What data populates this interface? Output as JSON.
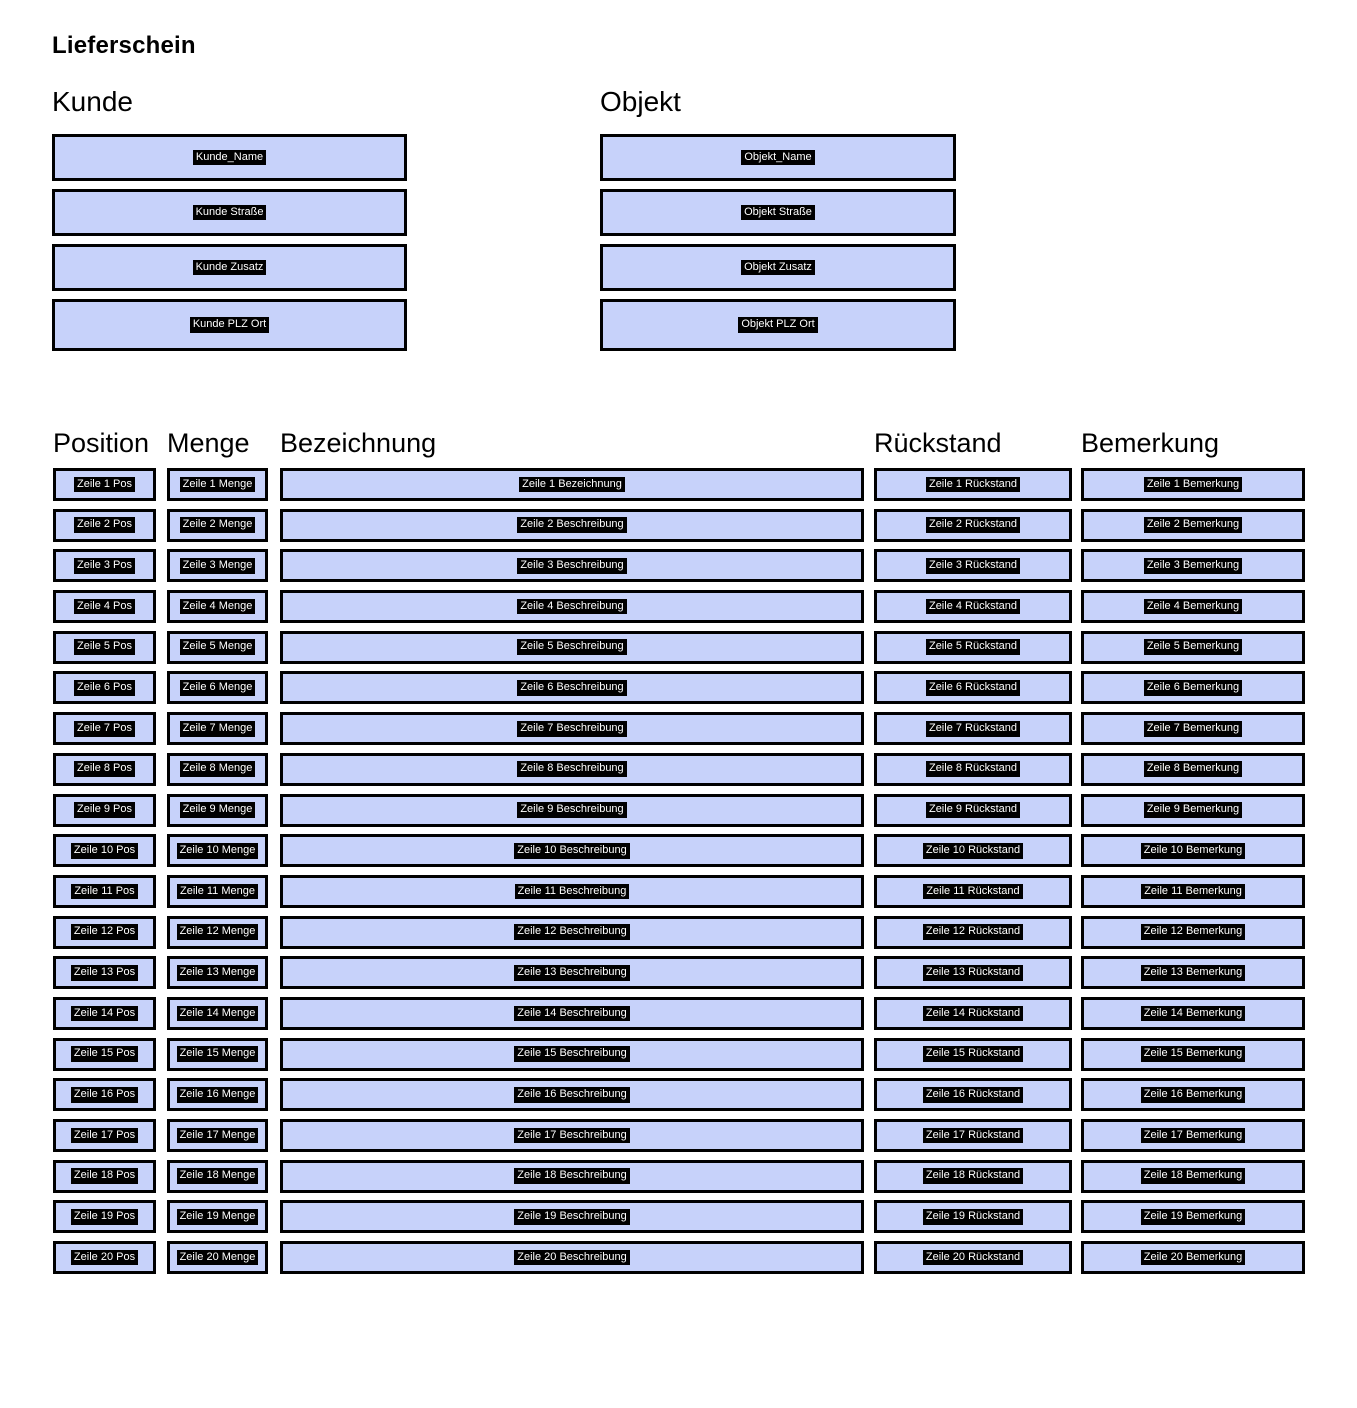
{
  "document": {
    "title": "Lieferschein"
  },
  "kunde": {
    "heading": "Kunde",
    "fields": [
      {
        "label": "Kunde_Name"
      },
      {
        "label": "Kunde Straße"
      },
      {
        "label": "Kunde Zusatz"
      },
      {
        "label": "Kunde PLZ Ort"
      }
    ]
  },
  "objekt": {
    "heading": "Objekt",
    "fields": [
      {
        "label": "Objekt_Name"
      },
      {
        "label": "Objekt Straße"
      },
      {
        "label": "Objekt Zusatz"
      },
      {
        "label": "Objekt PLZ Ort"
      }
    ]
  },
  "positions": {
    "columns": [
      {
        "key": "position",
        "header": "Position"
      },
      {
        "key": "menge",
        "header": "Menge"
      },
      {
        "key": "bezeichnung",
        "header": "Bezeichnung"
      },
      {
        "key": "rueckstand",
        "header": "Rückstand"
      },
      {
        "key": "bemerkung",
        "header": "Bemerkung"
      }
    ],
    "rows": [
      {
        "position": "Zeile 1 Pos",
        "menge": "Zeile 1 Menge",
        "bezeichnung": "Zeile 1 Bezeichnung",
        "rueckstand": "Zeile 1 Rückstand",
        "bemerkung": "Zeile 1 Bemerkung"
      },
      {
        "position": "Zeile 2 Pos",
        "menge": "Zeile 2 Menge",
        "bezeichnung": "Zeile 2 Beschreibung",
        "rueckstand": "Zeile 2 Rückstand",
        "bemerkung": "Zeile 2 Bemerkung"
      },
      {
        "position": "Zeile 3 Pos",
        "menge": "Zeile 3 Menge",
        "bezeichnung": "Zeile 3 Beschreibung",
        "rueckstand": "Zeile 3 Rückstand",
        "bemerkung": "Zeile 3 Bemerkung"
      },
      {
        "position": "Zeile 4 Pos",
        "menge": "Zeile 4 Menge",
        "bezeichnung": "Zeile 4 Beschreibung",
        "rueckstand": "Zeile 4 Rückstand",
        "bemerkung": "Zeile 4 Bemerkung"
      },
      {
        "position": "Zeile 5 Pos",
        "menge": "Zeile 5 Menge",
        "bezeichnung": "Zeile 5 Beschreibung",
        "rueckstand": "Zeile 5 Rückstand",
        "bemerkung": "Zeile 5 Bemerkung"
      },
      {
        "position": "Zeile 6 Pos",
        "menge": "Zeile 6 Menge",
        "bezeichnung": "Zeile 6 Beschreibung",
        "rueckstand": "Zeile 6 Rückstand",
        "bemerkung": "Zeile 6 Bemerkung"
      },
      {
        "position": "Zeile 7 Pos",
        "menge": "Zeile 7 Menge",
        "bezeichnung": "Zeile 7 Beschreibung",
        "rueckstand": "Zeile 7 Rückstand",
        "bemerkung": "Zeile 7 Bemerkung"
      },
      {
        "position": "Zeile 8 Pos",
        "menge": "Zeile 8 Menge",
        "bezeichnung": "Zeile 8 Beschreibung",
        "rueckstand": "Zeile 8 Rückstand",
        "bemerkung": "Zeile 8 Bemerkung"
      },
      {
        "position": "Zeile 9 Pos",
        "menge": "Zeile 9 Menge",
        "bezeichnung": "Zeile 9 Beschreibung",
        "rueckstand": "Zeile 9 Rückstand",
        "bemerkung": "Zeile 9 Bemerkung"
      },
      {
        "position": "Zeile 10 Pos",
        "menge": "Zeile 10 Menge",
        "bezeichnung": "Zeile 10 Beschreibung",
        "rueckstand": "Zeile 10 Rückstand",
        "bemerkung": "Zeile 10 Bemerkung"
      },
      {
        "position": "Zeile 11 Pos",
        "menge": "Zeile 11 Menge",
        "bezeichnung": "Zeile 11 Beschreibung",
        "rueckstand": "Zeile 11 Rückstand",
        "bemerkung": "Zeile 11 Bemerkung"
      },
      {
        "position": "Zeile 12 Pos",
        "menge": "Zeile 12 Menge",
        "bezeichnung": "Zeile 12 Beschreibung",
        "rueckstand": "Zeile 12 Rückstand",
        "bemerkung": "Zeile 12 Bemerkung"
      },
      {
        "position": "Zeile 13 Pos",
        "menge": "Zeile 13 Menge",
        "bezeichnung": "Zeile 13 Beschreibung",
        "rueckstand": "Zeile 13 Rückstand",
        "bemerkung": "Zeile 13 Bemerkung"
      },
      {
        "position": "Zeile 14 Pos",
        "menge": "Zeile 14 Menge",
        "bezeichnung": "Zeile 14 Beschreibung",
        "rueckstand": "Zeile 14 Rückstand",
        "bemerkung": "Zeile 14 Bemerkung"
      },
      {
        "position": "Zeile 15 Pos",
        "menge": "Zeile 15 Menge",
        "bezeichnung": "Zeile 15 Beschreibung",
        "rueckstand": "Zeile 15 Rückstand",
        "bemerkung": "Zeile 15 Bemerkung"
      },
      {
        "position": "Zeile 16 Pos",
        "menge": "Zeile 16 Menge",
        "bezeichnung": "Zeile 16 Beschreibung",
        "rueckstand": "Zeile 16 Rückstand",
        "bemerkung": "Zeile 16 Bemerkung"
      },
      {
        "position": "Zeile 17 Pos",
        "menge": "Zeile 17 Menge",
        "bezeichnung": "Zeile 17 Beschreibung",
        "rueckstand": "Zeile 17 Rückstand",
        "bemerkung": "Zeile 17 Bemerkung"
      },
      {
        "position": "Zeile 18 Pos",
        "menge": "Zeile 18 Menge",
        "bezeichnung": "Zeile 18 Beschreibung",
        "rueckstand": "Zeile 18 Rückstand",
        "bemerkung": "Zeile 18 Bemerkung"
      },
      {
        "position": "Zeile 19 Pos",
        "menge": "Zeile 19 Menge",
        "bezeichnung": "Zeile 19 Beschreibung",
        "rueckstand": "Zeile 19 Rückstand",
        "bemerkung": "Zeile 19 Bemerkung"
      },
      {
        "position": "Zeile 20 Pos",
        "menge": "Zeile 20 Menge",
        "bezeichnung": "Zeile 20 Beschreibung",
        "rueckstand": "Zeile 20 Rückstand",
        "bemerkung": "Zeile 20 Bemerkung"
      }
    ]
  },
  "colors": {
    "field_fill": "#c7d2fa",
    "field_border": "#000000",
    "chip_background": "#000000",
    "chip_text": "#ffffff",
    "page_background": "#ffffff"
  }
}
